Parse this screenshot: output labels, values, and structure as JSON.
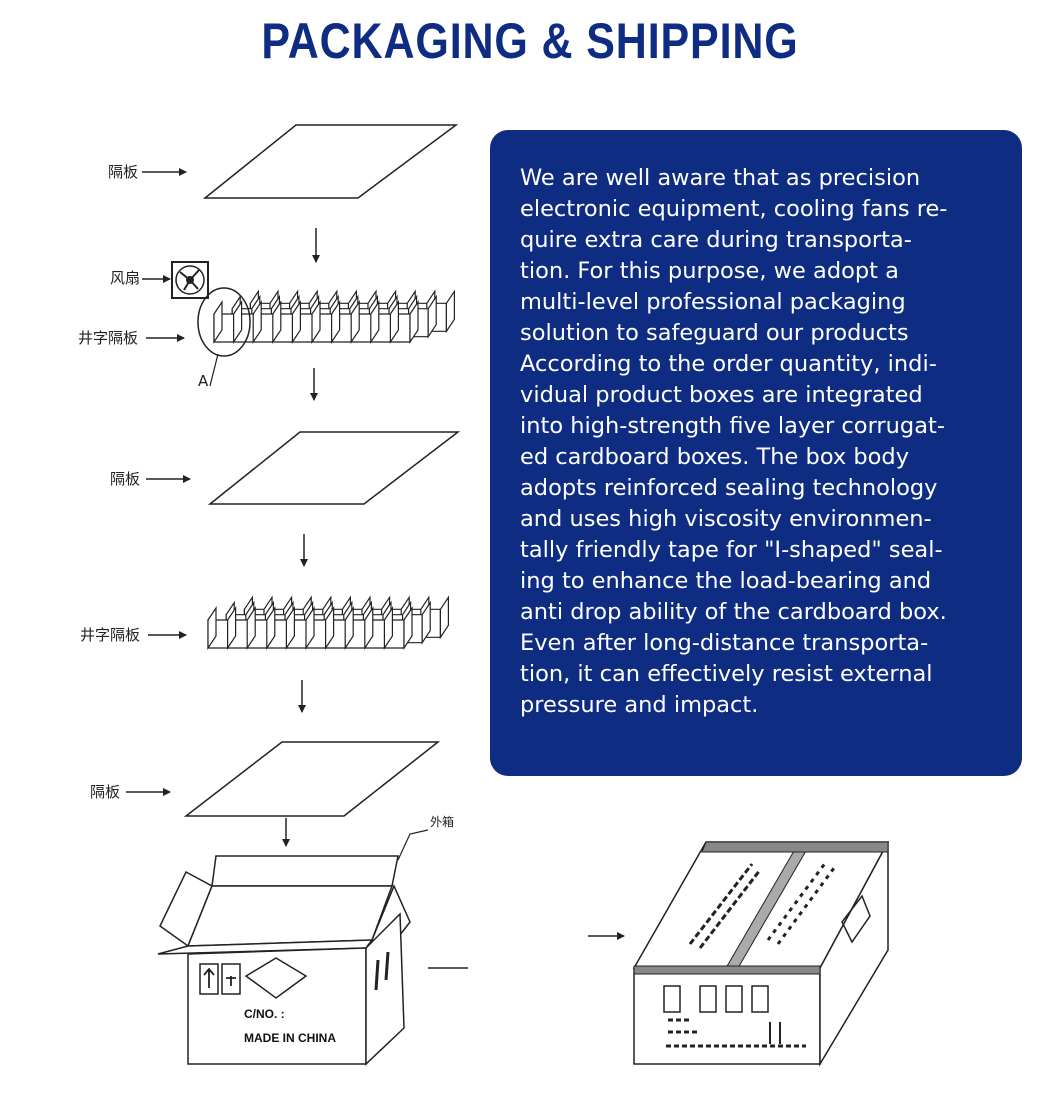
{
  "header": {
    "title": "PACKAGING & SHIPPING"
  },
  "info_panel": {
    "lines": [
      "We are well aware that as precision",
      "electronic equipment, cooling fans re-",
      "quire extra care during transporta-",
      "tion. For this purpose, we adopt a",
      "multi-level professional packaging",
      "solution to safeguard our products",
      "According to the order quantity, indi-",
      "vidual product boxes are integrated",
      "into high-strength five layer corrugat-",
      "ed cardboard boxes. The box body",
      "adopts reinforced sealing technology",
      "and uses high viscosity environmen-",
      "tally friendly tape for \"I-shaped\" seal-",
      "ing to enhance the load-bearing and",
      "anti drop ability of the cardboard box.",
      "Even after long-distance transporta-",
      "tion, it can effectively resist external",
      "pressure and impact."
    ]
  },
  "diagram": {
    "labels": {
      "partition_1": "隔板",
      "fan": "风扇",
      "grid_divider_1": "井字隔板",
      "detail_marker": "A",
      "partition_2": "隔板",
      "grid_divider_2": "井字隔板",
      "partition_3": "隔板",
      "outer_box": "外箱"
    },
    "box_print": {
      "carton_no": "C/NO. :",
      "made_in": "MADE IN CHINA"
    }
  }
}
